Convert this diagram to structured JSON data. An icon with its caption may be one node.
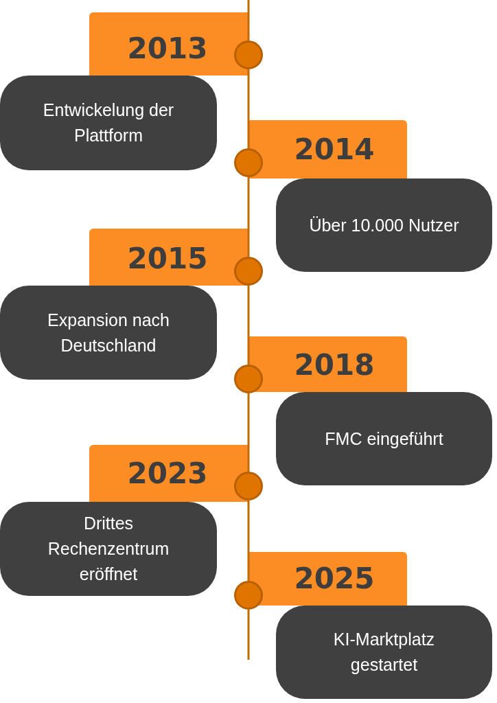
{
  "diagram": {
    "nodes": [
      {
        "text": [
          "2013"
        ]
      },
      {
        "text": [],
        "shape": "circle"
      },
      {
        "text": [
          "Entwickelung der Plattform"
        ]
      },
      {
        "text": [
          "2014"
        ]
      },
      {
        "text": [],
        "shape": "circle"
      },
      {
        "text": [
          "Über 10.000 Nutzer"
        ]
      },
      {
        "text": [
          "2015"
        ]
      },
      {
        "text": [],
        "shape": "circle"
      },
      {
        "text": [
          "Expansion nach Deutschland"
        ]
      },
      {
        "text": [
          "2018"
        ]
      },
      {
        "text": [],
        "shape": "circle"
      },
      {
        "text": [
          "FMC eingeführt"
        ]
      },
      {
        "text": [
          "2023"
        ]
      },
      {
        "text": [],
        "shape": "circle"
      },
      {
        "text": [
          "Drittes Rechenzentrum eröffnet"
        ]
      },
      {
        "text": [
          "2025"
        ]
      },
      {
        "text": [],
        "shape": "circle"
      },
      {
        "text": [
          "KI-Marktplatz gestartet"
        ]
      }
    ],
    "edges": [
      {
        "from": null,
        "to": 1,
        "arrow": "none"
      },
      {
        "from": 1,
        "to": 4,
        "arrow": "none"
      },
      {
        "from": 4,
        "to": 7,
        "arrow": "none"
      },
      {
        "from": 7,
        "to": 10,
        "arrow": "none"
      },
      {
        "from": 10,
        "to": 13,
        "arrow": "none"
      },
      {
        "from": 13,
        "to": 16,
        "arrow": "none"
      },
      {
        "from": 16,
        "to": null,
        "arrow": "none"
      }
    ]
  }
}
